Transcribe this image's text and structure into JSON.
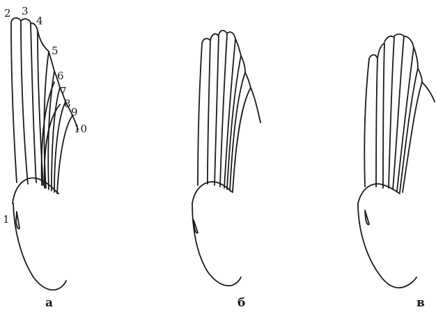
{
  "panels": [
    {
      "caption": "а",
      "labels": [
        "1",
        "2",
        "3",
        "4",
        "5",
        "6",
        "7",
        "8",
        "9",
        "10"
      ]
    },
    {
      "caption": "б"
    },
    {
      "caption": "в"
    }
  ]
}
